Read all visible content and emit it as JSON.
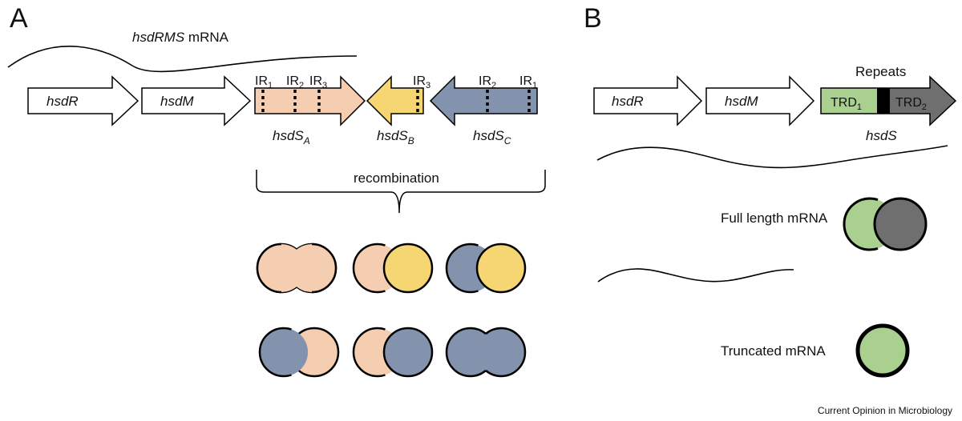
{
  "panel_a": {
    "label": "A",
    "mrna_label_italic": "hsdRMS",
    "mrna_label_rest": " mRNA",
    "gene_r": "hsdR",
    "gene_m": "hsdM",
    "gene_s_prefix": "hsdS",
    "sub_a": "A",
    "sub_b": "B",
    "sub_c": "C",
    "ir_text": "IR",
    "ir_sub_1": "1",
    "ir_sub_2": "2",
    "ir_sub_3": "3",
    "recombination": "recombination"
  },
  "panel_b": {
    "label": "B",
    "gene_r": "hsdR",
    "gene_m": "hsdM",
    "gene_s": "hsdS",
    "repeats": "Repeats",
    "trd_text": "TRD",
    "trd_sub_1": "1",
    "trd_sub_2": "2",
    "full_length": "Full length mRNA",
    "truncated": "Truncated mRNA"
  },
  "credit": "Current Opinion in Microbiology",
  "colors": {
    "peach": "#f5cdb0",
    "yellow": "#f6d673",
    "blue": "#8392ad",
    "green": "#a9d08e",
    "gray": "#6f6f6f",
    "black": "#000000"
  }
}
